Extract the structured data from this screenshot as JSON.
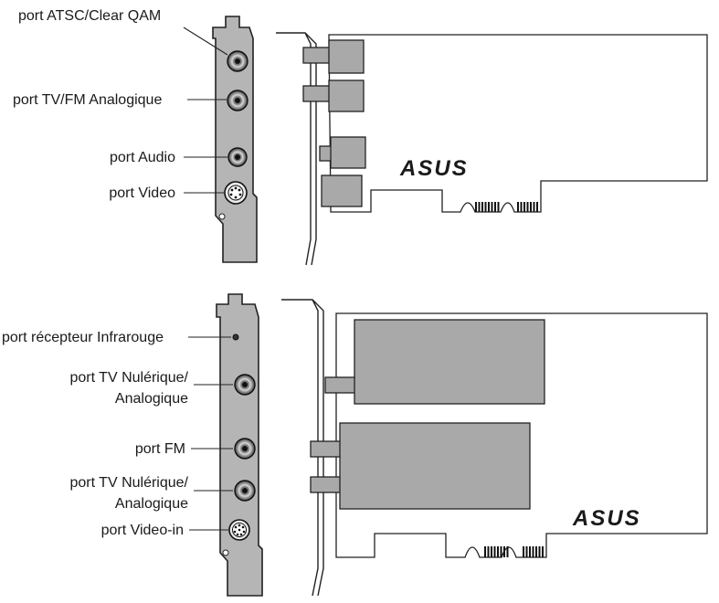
{
  "top_card": {
    "labels": {
      "atsc": "port ATSC/Clear QAM",
      "tvfm": "port TV/FM Analogique",
      "audio": "port Audio",
      "video": "port Video"
    },
    "logo": "ASUS"
  },
  "bottom_card": {
    "labels": {
      "ir_receiver": "port récepteur Infrarouge",
      "tv_digital_1_line1": "port TV Nulérique/",
      "tv_digital_1_line2": "Analogique",
      "fm": "port FM",
      "tv_digital_2_line1": "port TV Nulérique/",
      "tv_digital_2_line2": "Analogique",
      "video_in": "port Video-in"
    },
    "logo": "ASUS"
  },
  "colors": {
    "bracket_fill": "#b5b5b5",
    "block_fill": "#a9a9a9",
    "outline": "#222222"
  }
}
